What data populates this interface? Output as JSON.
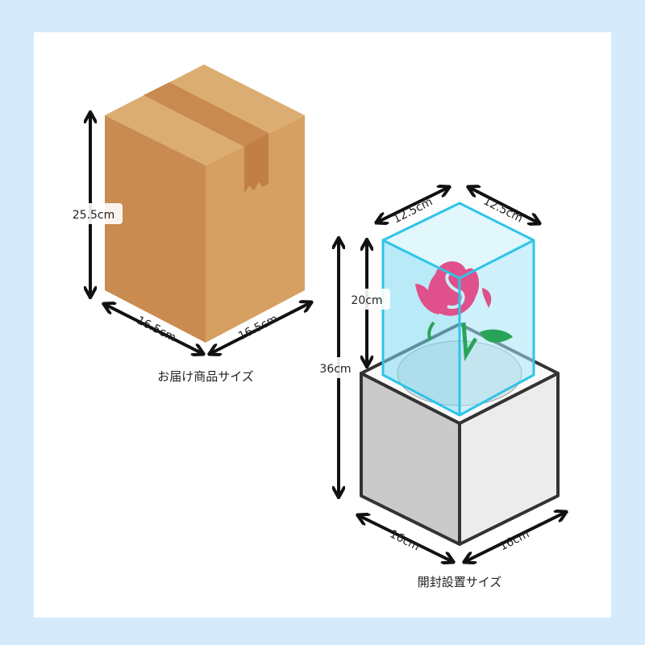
{
  "delivered": {
    "caption": "お届け商品サイズ",
    "height": "25.5cm",
    "depth": "16.5cm",
    "width": "16.5cm"
  },
  "installed": {
    "caption": "開封設置サイズ",
    "total_height": "36cm",
    "case_height": "20cm",
    "case_depth": "12.5cm",
    "case_width": "12.5cm",
    "base_depth": "16cm",
    "base_width": "16cm"
  },
  "colors": {
    "background": "#d5ebfb",
    "box": "#d29a5e",
    "glass": "#2ec4e8",
    "rose": "#e0508a",
    "leaf": "#2aa35a"
  }
}
